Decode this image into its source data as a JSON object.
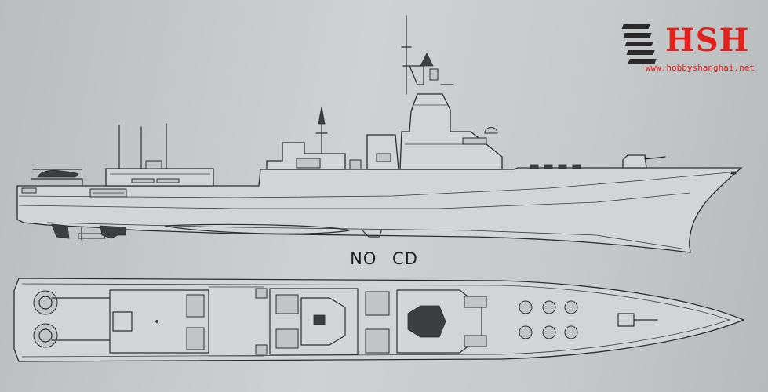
{
  "caption": {
    "line1": "NO",
    "line2": "CD"
  },
  "watermark": {
    "brand": "HSH",
    "url": "www.hobbyshanghai.net",
    "color": "#e2211c",
    "icon": "stacked-stripes-icon"
  },
  "colors": {
    "line": "#2b2d2f",
    "paper": "#cfd2d3"
  }
}
